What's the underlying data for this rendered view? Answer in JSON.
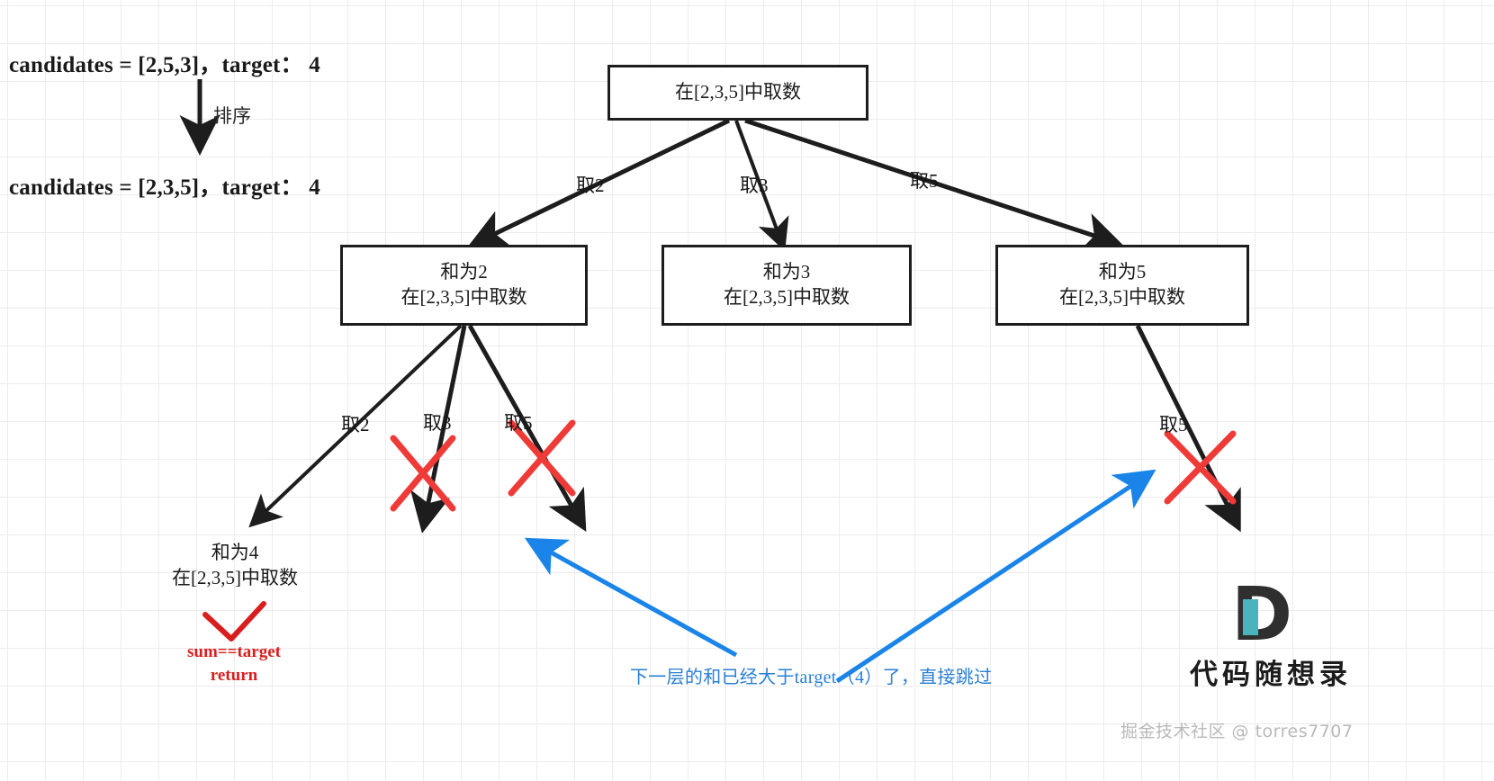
{
  "header": {
    "line1": "candidates = [2,5,3]，target： 4",
    "line2": "candidates = [2,3,5]，target： 4",
    "sort_label": "排序"
  },
  "tree": {
    "root": {
      "text": "在[2,3,5]中取数"
    },
    "level1": [
      {
        "sum_line": "和为2",
        "pick_line": "在[2,3,5]中取数"
      },
      {
        "sum_line": "和为3",
        "pick_line": "在[2,3,5]中取数"
      },
      {
        "sum_line": "和为5",
        "pick_line": "在[2,3,5]中取数"
      }
    ],
    "leaf": {
      "sum_line": "和为4",
      "pick_line": "在[2,3,5]中取数"
    },
    "edge_labels_level1": [
      "取2",
      "取3",
      "取5"
    ],
    "edge_labels_level2": [
      "取2",
      "取3",
      "取5"
    ],
    "edge_label_right": "取5"
  },
  "annotations": {
    "success": {
      "line1": "sum==target",
      "line2": "return"
    },
    "prune_note": "下一层的和已经大于target（4）了，直接跳过"
  },
  "branding": {
    "logo_letter": "D",
    "logo_text": "代码随想录",
    "watermark": "掘金技术社区 @ torres7707"
  },
  "colors": {
    "stroke": "#1d1d1d",
    "red": "#ef3b38",
    "red_text": "#d81f1f",
    "blue": "#1a84e8",
    "teal": "#4bb3bb",
    "grid": "#ececec"
  }
}
